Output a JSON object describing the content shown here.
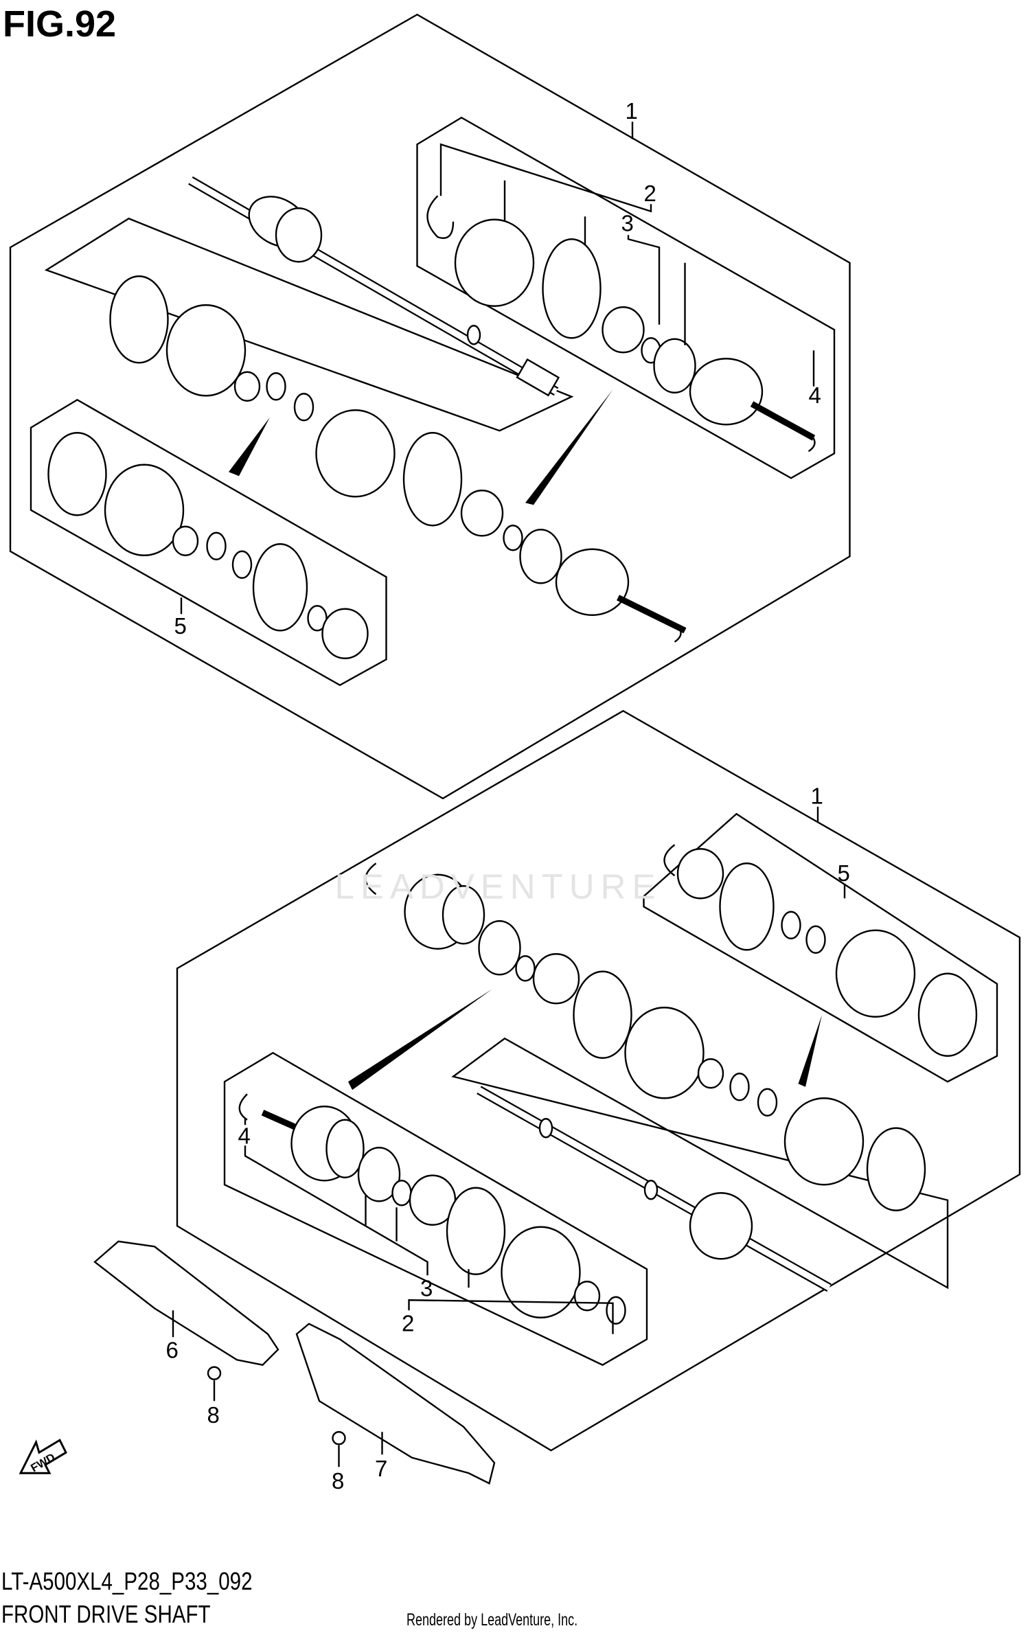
{
  "title": "FIG.92",
  "model_code": "LT-A500XL4_P28_P33_092",
  "section_name": "FRONT DRIVE SHAFT",
  "rendered_by": "Rendered by LeadVenture, Inc.",
  "watermark": "LEADVENTURE",
  "callouts": {
    "top": {
      "assembly": "1",
      "joint_boot": "2",
      "joint_inner": "3",
      "circlip": "4",
      "boot_set": "5"
    },
    "bottom": {
      "assembly": "1",
      "boot_set": "5",
      "circlip": "4",
      "joint_inner": "3",
      "joint_boot": "2",
      "guard_left": "6",
      "bolt_left": "8",
      "guard_right": "7",
      "bolt_right": "8"
    }
  },
  "fwd_label": "FWD"
}
